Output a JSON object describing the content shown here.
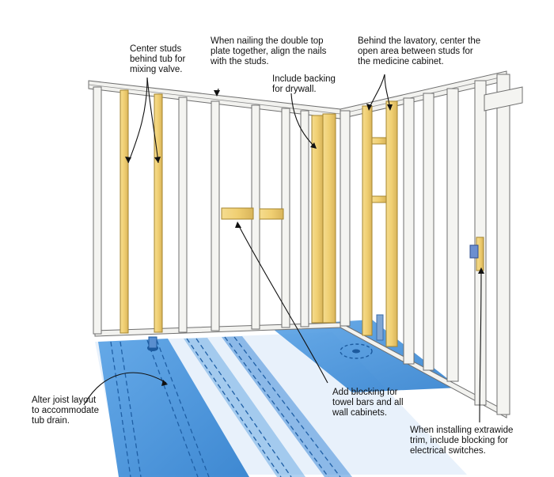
{
  "annotations": {
    "center_studs": [
      "Center studs",
      "behind tub for",
      "mixing valve."
    ],
    "top_plate": [
      "When nailing the double top",
      "plate together, align the nails",
      "with the studs."
    ],
    "lavatory": [
      "Behind the lavatory, center the",
      "open area between studs for",
      "the medicine cabinet."
    ],
    "drywall_backing": [
      "Include backing",
      "for drywall."
    ],
    "joist_layout": [
      "Alter joist layout",
      "to accommodate",
      "tub drain."
    ],
    "towel_bars": [
      "Add blocking for",
      "towel bars and all",
      "wall cabinets."
    ],
    "extrawide_trim": [
      "When installing extrawide",
      "trim, include blocking for",
      "electrical switches."
    ]
  },
  "colors": {
    "stud_white": "#f4f4f1",
    "stud_outline": "#6f6f6f",
    "stud_yellow": "#f2d98a",
    "blocking_yellow": "#efcf73",
    "floor_blue": "#3f8fd9",
    "floor_blue_light": "#8fc3f0",
    "text": "#111111"
  }
}
